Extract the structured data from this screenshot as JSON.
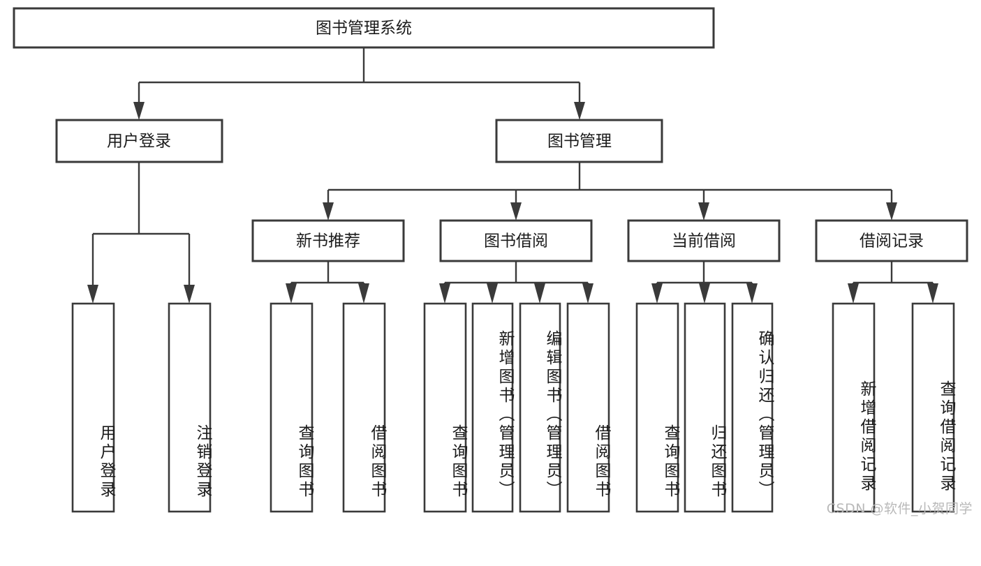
{
  "diagram": {
    "title": "图书管理系统",
    "type": "tree-hierarchy-diagram",
    "orientation": "top-down",
    "colors": {
      "box_stroke": "#3a3a3a",
      "box_fill": "#ffffff",
      "connector": "#3a3a3a",
      "text": "#1b1b1b",
      "background": "#ffffff",
      "watermark": "#b9b9b9"
    },
    "root": {
      "id": "root",
      "label": "图书管理系统"
    },
    "level2": [
      {
        "id": "user-login",
        "label": "用户登录"
      },
      {
        "id": "book-management",
        "label": "图书管理"
      }
    ],
    "level3": [
      {
        "id": "new-book-recommend",
        "label": "新书推荐",
        "parent": "book-management"
      },
      {
        "id": "book-borrow",
        "label": "图书借阅",
        "parent": "book-management"
      },
      {
        "id": "current-borrow",
        "label": "当前借阅",
        "parent": "book-management"
      },
      {
        "id": "borrow-record",
        "label": "借阅记录",
        "parent": "book-management"
      }
    ],
    "leaves": [
      {
        "id": "leaf-user-login",
        "label": "用户登录",
        "parent": "user-login"
      },
      {
        "id": "leaf-logout-login",
        "label": "注销登录",
        "parent": "user-login"
      },
      {
        "id": "leaf-query-book-1",
        "label": "查询图书",
        "parent": "new-book-recommend"
      },
      {
        "id": "leaf-borrow-book-1",
        "label": "借阅图书",
        "parent": "new-book-recommend"
      },
      {
        "id": "leaf-query-book-2",
        "label": "查询图书",
        "parent": "book-borrow"
      },
      {
        "id": "leaf-add-book",
        "label": "新增图书（管理员）",
        "parent": "book-borrow"
      },
      {
        "id": "leaf-edit-book",
        "label": "编辑图书（管理员）",
        "parent": "book-borrow"
      },
      {
        "id": "leaf-borrow-book-2",
        "label": "借阅图书",
        "parent": "book-borrow"
      },
      {
        "id": "leaf-query-book-3",
        "label": "查询图书",
        "parent": "current-borrow"
      },
      {
        "id": "leaf-return-book",
        "label": "归还图书",
        "parent": "current-borrow"
      },
      {
        "id": "leaf-confirm-return",
        "label": "确认归还（管理员）",
        "parent": "current-borrow"
      },
      {
        "id": "leaf-add-record",
        "label": "新增借阅记录",
        "parent": "borrow-record"
      },
      {
        "id": "leaf-query-record",
        "label": "查询借阅记录",
        "parent": "borrow-record"
      }
    ],
    "watermark": "CSDN @软件_小贺同学"
  }
}
